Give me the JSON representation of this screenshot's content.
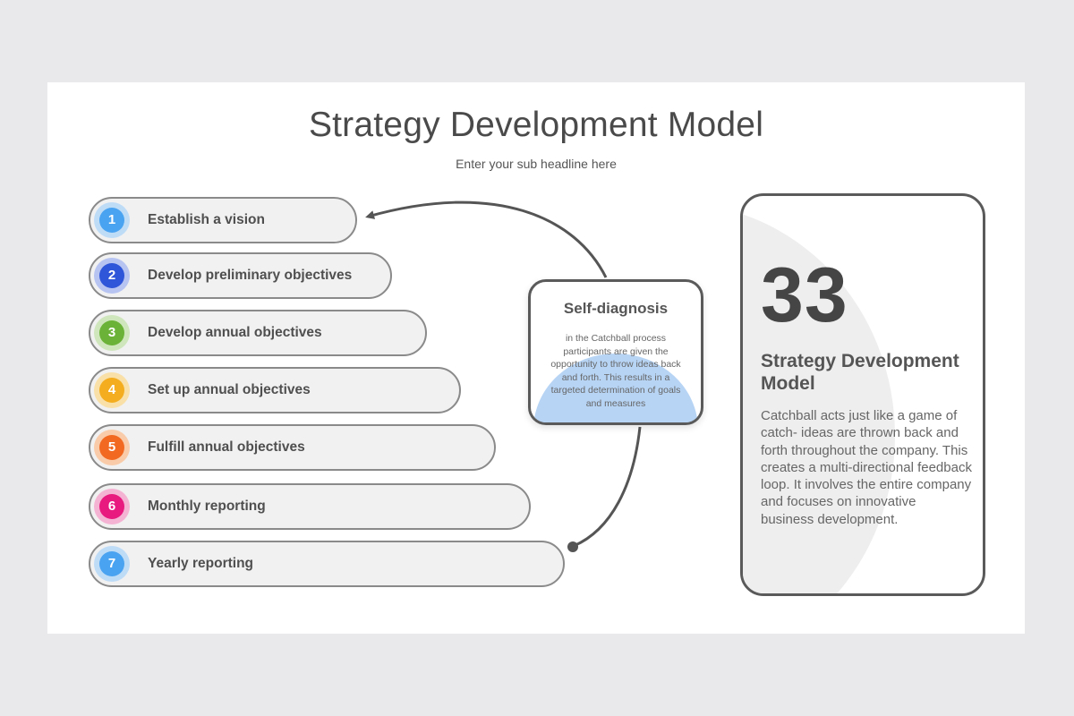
{
  "slide": {
    "title": "Strategy Development Model",
    "subtitle": "Enter your sub headline here"
  },
  "steps": [
    {
      "number": "1",
      "label": "Establish a vision",
      "color": "#4aa3f0",
      "ring": "#bfdcf7"
    },
    {
      "number": "2",
      "label": "Develop preliminary objectives",
      "color": "#2f55d8",
      "ring": "#b7c4f1"
    },
    {
      "number": "3",
      "label": "Develop annual objectives",
      "color": "#6bb338",
      "ring": "#cfe6bd"
    },
    {
      "number": "4",
      "label": "Set up annual objectives",
      "color": "#f3ad1f",
      "ring": "#f9e0a8"
    },
    {
      "number": "5",
      "label": "Fulfill annual objectives",
      "color": "#f26a22",
      "ring": "#f9cba9"
    },
    {
      "number": "6",
      "label": "Monthly reporting",
      "color": "#e8197f",
      "ring": "#f5b3d3"
    },
    {
      "number": "7",
      "label": "Yearly reporting",
      "color": "#4aa3f0",
      "ring": "#bfdcf7"
    }
  ],
  "self_diagnosis": {
    "title": "Self-diagnosis",
    "text": "in the Catchball process participants are given the opportunity to throw ideas back and forth. This results in a targeted determination of goals and measures",
    "accent": "#b7d4f5"
  },
  "summary": {
    "number": "33",
    "title": "Strategy Development Model",
    "text": "Catchball acts just like a game of catch- ideas are thrown back and forth throughout the company. This creates a multi-directional feedback loop. It involves the entire company and focuses on innovative business development."
  }
}
